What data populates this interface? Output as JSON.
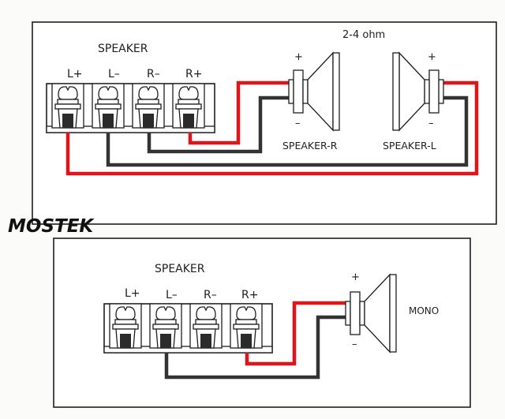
{
  "brand": "MOSTEK",
  "colors": {
    "positive_wire": "#e0141b",
    "negative_wire": "#333333",
    "outline": "#1e1e1e"
  },
  "stereo_diagram": {
    "terminal_block_title": "SPEAKER",
    "terminals": [
      "L+",
      "L–",
      "R–",
      "R+"
    ],
    "impedance": "2-4 ohm",
    "speakers": [
      {
        "label": "SPEAKER-R",
        "plus": "+",
        "minus": "–"
      },
      {
        "label": "SPEAKER-L",
        "plus": "+",
        "minus": "–"
      }
    ]
  },
  "mono_diagram": {
    "terminal_block_title": "SPEAKER",
    "terminals": [
      "L+",
      "L–",
      "R–",
      "R+"
    ],
    "speaker": {
      "label": "MONO",
      "plus": "+",
      "minus": "–"
    }
  }
}
